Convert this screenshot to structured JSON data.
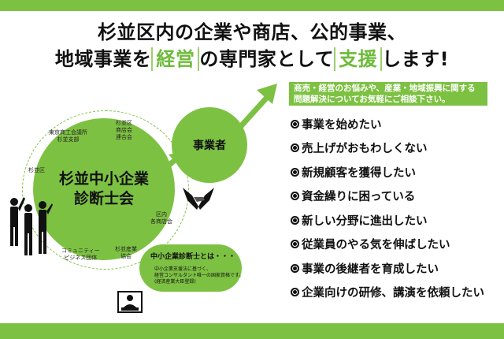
{
  "headline": {
    "line1": "杉並区内の企業や商店、公的事業、",
    "line2_pre": "地域事業を",
    "line2_kw1": "経営",
    "line2_mid": "の専門家として",
    "line2_kw2": "支援",
    "line2_post": "します!"
  },
  "diagram": {
    "main_circle": [
      "杉並中小企業",
      "診断士会"
    ],
    "business_circle": "事業者",
    "nodes": {
      "chamber": [
        "東京商工会議所",
        "杉並支部"
      ],
      "shoten": [
        "杉並区",
        "商店会",
        "連合会"
      ],
      "ward": [
        "杉並区"
      ],
      "kunai": [
        "区内",
        "各商店会"
      ],
      "sangyo": [
        "杉並産業",
        "協会"
      ],
      "community": [
        "コミュニティー",
        "ビジネス団体"
      ]
    }
  },
  "bubble": {
    "title": "中小企業診断士とは・・・",
    "text": [
      "中小企業支援法に基づく、",
      "経営コンサルタント唯一の国家資格です。",
      "(経済産業大臣登録)"
    ]
  },
  "callout": {
    "line1": "商売・経営のお悩みや、産業・地域振興に関する",
    "line2": "問題解決についてお気軽にご相談下さい。"
  },
  "needs": [
    "事業を始めたい",
    "売上げがおもわしくない",
    "新規顧客を獲得したい",
    "資金繰りに困っている",
    "新しい分野に進出したい",
    "従業員のやる気を伸ばしたい",
    "事業の後継者を育成したい",
    "企業向けの研修、講演を依頼したい"
  ],
  "colors": {
    "brand_green": "#7dc143",
    "text": "#111111"
  },
  "icons": [
    "businessman-silhouettes-icon",
    "handshake-icon",
    "reading-person-icon",
    "arrow-right-icon"
  ]
}
